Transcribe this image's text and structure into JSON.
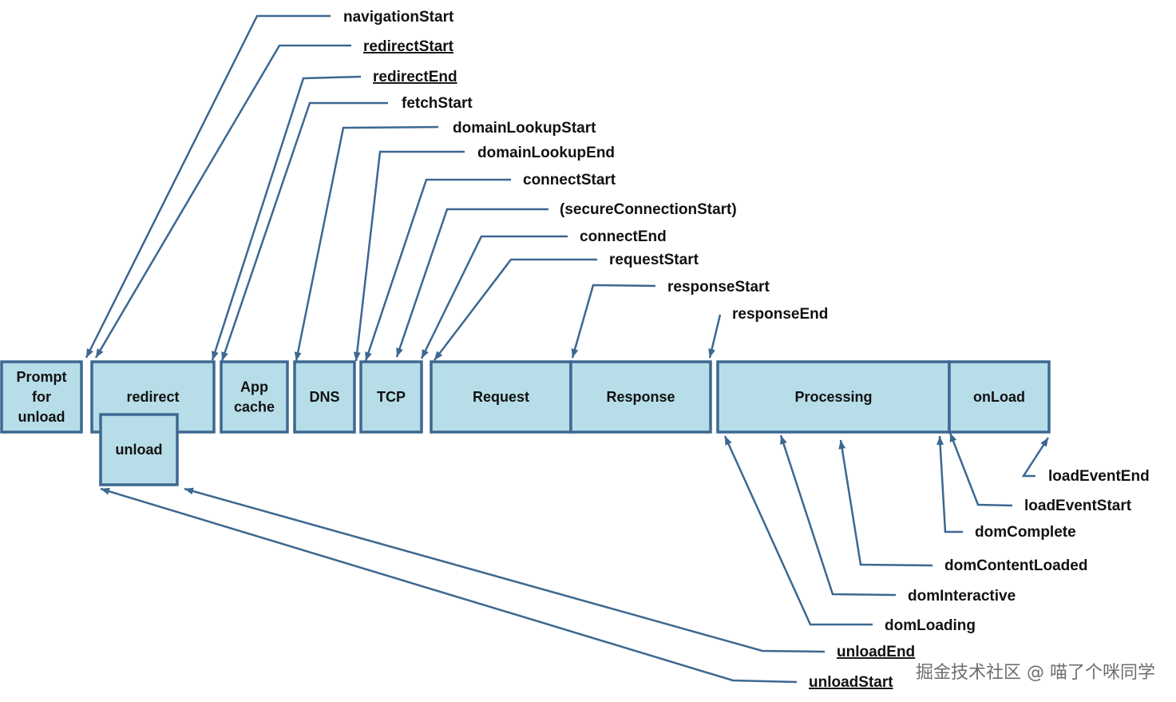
{
  "colors": {
    "box_fill": "#b7dde8",
    "box_stroke": "#3d6891",
    "connector": "#3d6891",
    "text": "#111111"
  },
  "phases": {
    "prompt": [
      "Prompt",
      "for",
      "unload"
    ],
    "redirect": [
      "redirect"
    ],
    "unload": [
      "unload"
    ],
    "appcache": [
      "App",
      "cache"
    ],
    "dns": [
      "DNS"
    ],
    "tcp": [
      "TCP"
    ],
    "request": [
      "Request"
    ],
    "response": [
      "Response"
    ],
    "processing": [
      "Processing"
    ],
    "onload": [
      "onLoad"
    ]
  },
  "events": {
    "navigationStart": {
      "text": "navigationStart",
      "underlined": false
    },
    "redirectStart": {
      "text": "redirectStart",
      "underlined": true
    },
    "redirectEnd": {
      "text": "redirectEnd",
      "underlined": true
    },
    "fetchStart": {
      "text": "fetchStart",
      "underlined": false
    },
    "domainLookupStart": {
      "text": "domainLookupStart",
      "underlined": false
    },
    "domainLookupEnd": {
      "text": "domainLookupEnd",
      "underlined": false
    },
    "connectStart": {
      "text": "connectStart",
      "underlined": false
    },
    "secureConnectionStart": {
      "text": "(secureConnectionStart)",
      "underlined": false
    },
    "connectEnd": {
      "text": "connectEnd",
      "underlined": false
    },
    "requestStart": {
      "text": "requestStart",
      "underlined": false
    },
    "responseStart": {
      "text": "responseStart",
      "underlined": false
    },
    "responseEnd": {
      "text": "responseEnd",
      "underlined": false
    },
    "loadEventEnd": {
      "text": "loadEventEnd",
      "underlined": false
    },
    "loadEventStart": {
      "text": "loadEventStart",
      "underlined": false
    },
    "domComplete": {
      "text": "domComplete",
      "underlined": false
    },
    "domContentLoaded": {
      "text": "domContentLoaded",
      "underlined": false
    },
    "domInteractive": {
      "text": "domInteractive",
      "underlined": false
    },
    "domLoading": {
      "text": "domLoading",
      "underlined": false
    },
    "unloadEnd": {
      "text": "unloadEnd",
      "underlined": true
    },
    "unloadStart": {
      "text": "unloadStart",
      "underlined": true
    }
  },
  "watermark": "掘金技术社区 @ 喵了个咪同学"
}
